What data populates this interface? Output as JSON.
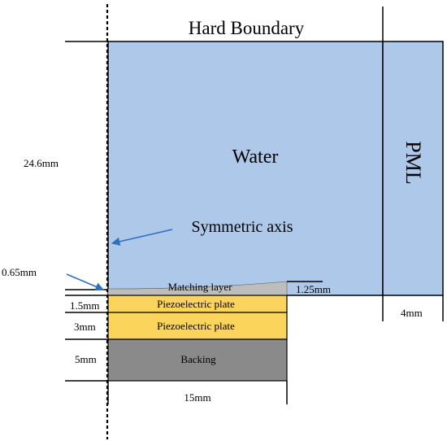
{
  "labels": {
    "hard_boundary": "Hard Boundary",
    "water": "Water",
    "pml": "PML",
    "symmetric_axis": "Symmetric axis",
    "matching_layer": "Matching layer",
    "piezo_plate_top": "Piezoelectric plate",
    "piezo_plate_bottom": "Piezoelectric plate",
    "backing": "Backing"
  },
  "dimensions": {
    "water_height": "24.6mm",
    "matching_offset": "0.65mm",
    "matching_thickness": "1.25mm",
    "piezo_top_thickness": "1.5mm",
    "piezo_bottom_thickness": "3mm",
    "backing_thickness": "5mm",
    "pml_width": "4mm",
    "transducer_width": "15mm"
  },
  "colors": {
    "water": "#aec8ea",
    "pml": "#aec8ea",
    "piezo": "#fbd45c",
    "backing": "#8a8a8a",
    "matching": "#bdbdbd",
    "arrow": "#2e6fbf"
  }
}
